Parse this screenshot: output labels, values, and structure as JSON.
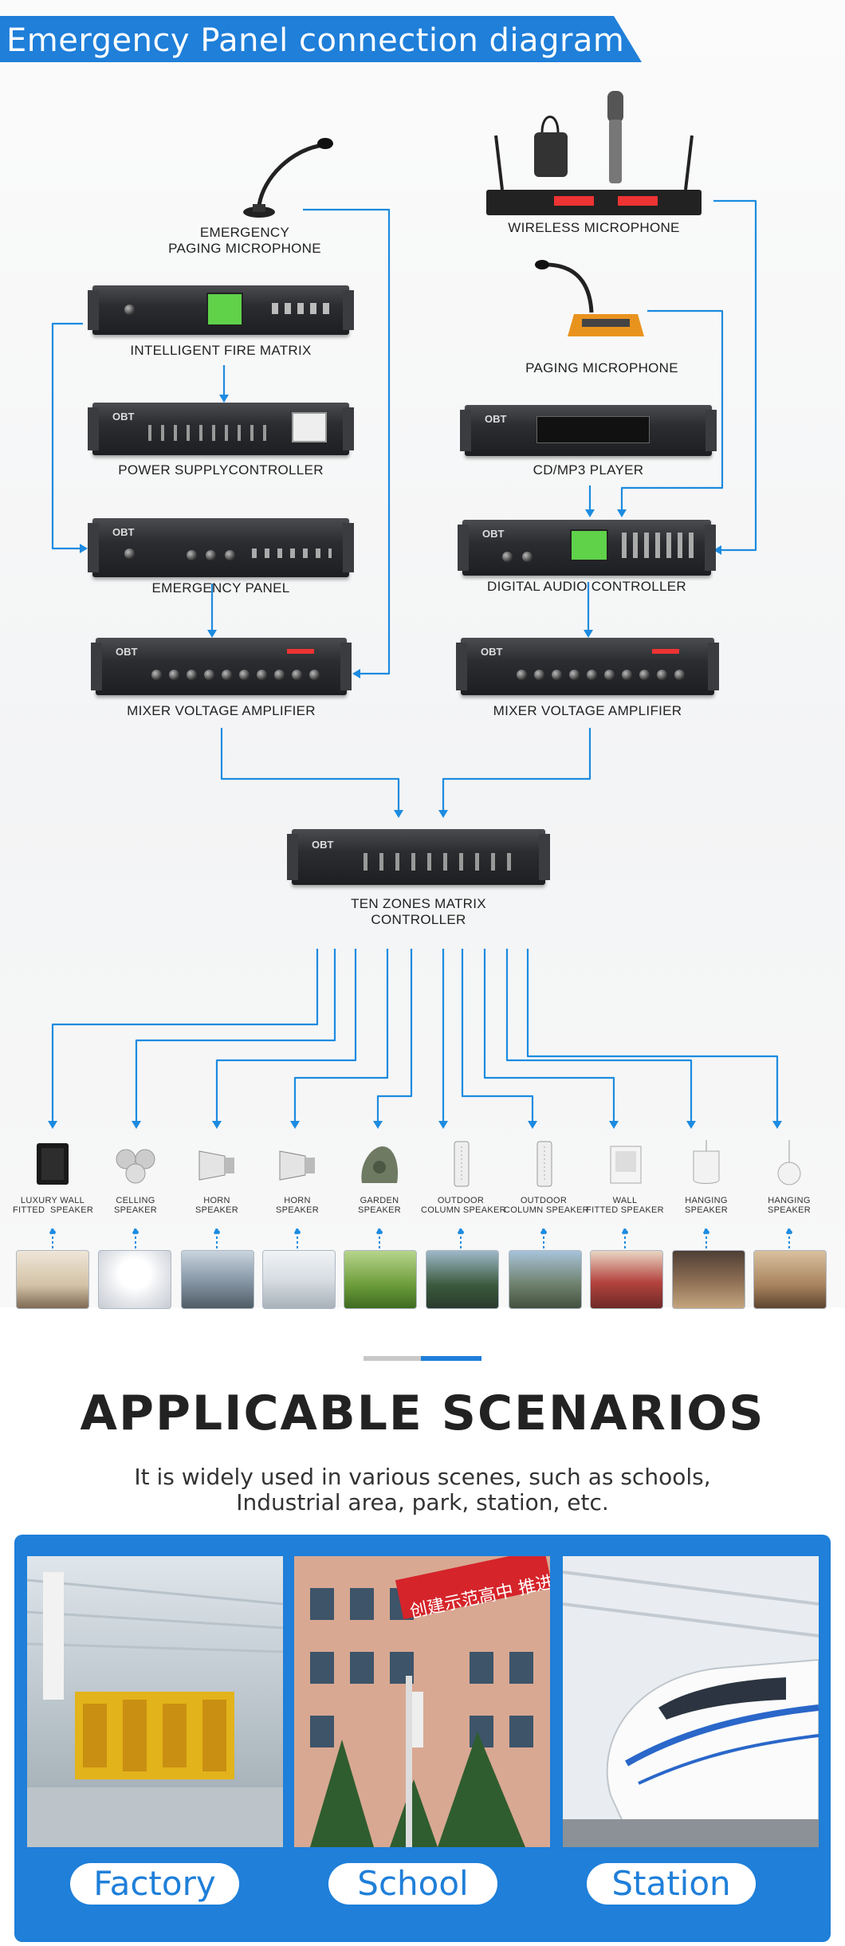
{
  "diagram": {
    "title": "Emergency Panel connection diagram",
    "left_chain": {
      "emergency_mic": "EMERGENCY\nPAGING MICROPHONE",
      "fire_matrix": "INTELLIGENT FIRE MATRIX",
      "power_controller": "POWER SUPPLYCONTROLLER",
      "emergency_panel": "EMERGENCY PANEL",
      "mixer_amp": "MIXER VOLTAGE AMPLIFIER"
    },
    "right_chain": {
      "wireless_mic": "WIRELESS MICROPHONE",
      "paging_mic": "PAGING MICROPHONE",
      "cd_player": "CD/MP3 PLAYER",
      "digital_controller": "DIGITAL AUDIO CONTROLLER",
      "mixer_amp": "MIXER VOLTAGE AMPLIFIER"
    },
    "matrix": "TEN ZONES MATRIX\nCONTROLLER",
    "speakers": [
      {
        "label": "LUXURY WALL\nFITTED  SPEAKER",
        "icon": "luxury-wall-speaker-icon"
      },
      {
        "label": "CELLING\nSPEAKER",
        "icon": "ceiling-speaker-icon"
      },
      {
        "label": "HORN\nSPEAKER",
        "icon": "horn-speaker-icon"
      },
      {
        "label": "HORN\nSPEAKER",
        "icon": "horn-speaker-icon"
      },
      {
        "label": "GARDEN\nSPEAKER",
        "icon": "garden-speaker-icon"
      },
      {
        "label": "OUTDOOR\nCOLUMN SPEAKER",
        "icon": "column-speaker-icon"
      },
      {
        "label": "OUTDOOR\nCOLUMN SPEAKER",
        "icon": "column-speaker-icon"
      },
      {
        "label": "WALL\nFITTED SPEAKER",
        "icon": "wall-fitted-speaker-icon"
      },
      {
        "label": "HANGING\nSPEAKER",
        "icon": "hanging-speaker-icon"
      },
      {
        "label": "HANGING\nSPEAKER",
        "icon": "pendant-speaker-icon"
      }
    ],
    "brand_mark": "OBT",
    "line_color": "#1c8be0"
  },
  "scenarios": {
    "title": "APPLICABLE SCENARIOS",
    "description_line1": "It is widely used in various scenes, such as schools,",
    "description_line2": "Industrial area, park, station, etc.",
    "items": [
      {
        "label": "Factory"
      },
      {
        "label": "School",
        "sign_text": "创建示范高中  推进"
      },
      {
        "label": "Station"
      }
    ],
    "accent_color": "#1f7fd9"
  }
}
